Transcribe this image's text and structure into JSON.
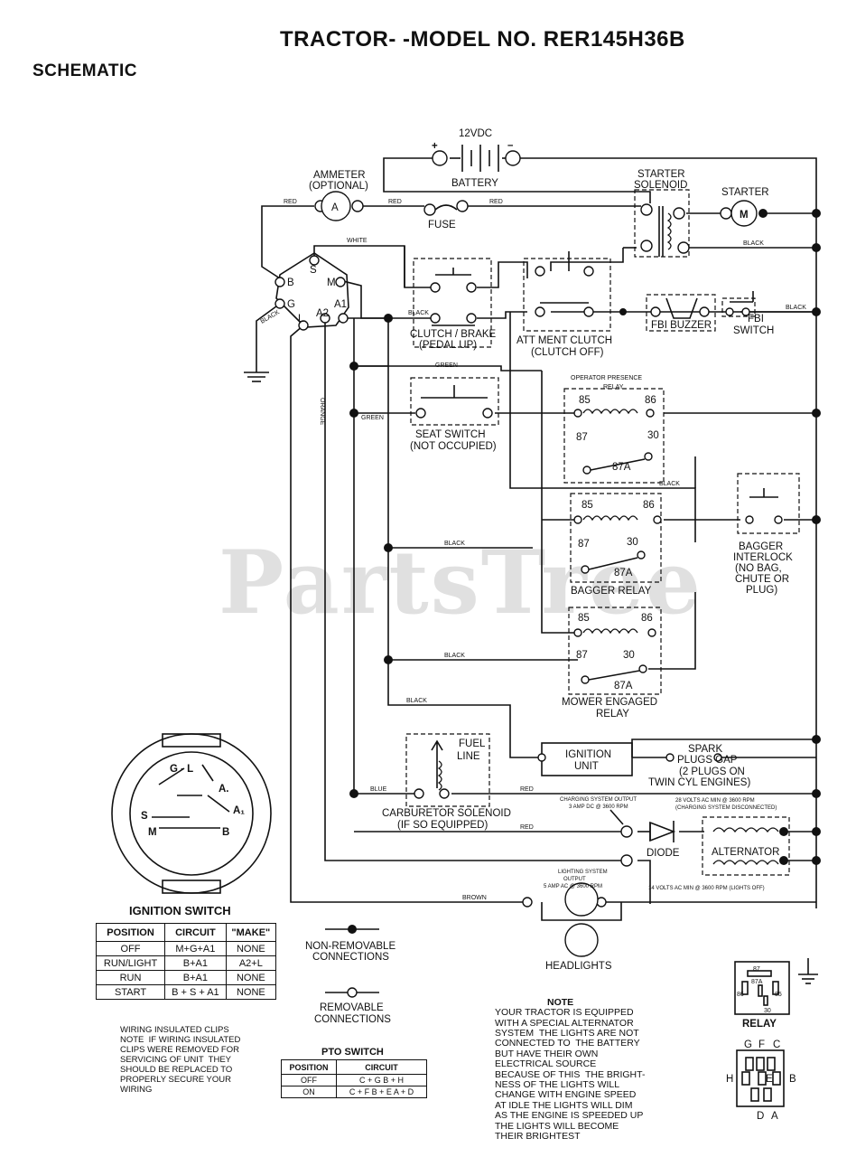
{
  "header": {
    "title": "TRACTOR- -MODEL NO. RER145H36B",
    "section": "SCHEMATIC"
  },
  "watermark": "PartsTree",
  "components": {
    "battery": "BATTERY",
    "battery_voltage": "12VDC",
    "plus": "+",
    "minus": "–",
    "ammeter_line1": "AMMETER",
    "ammeter_line2": "(OPTIONAL)",
    "ammeter_symbol": "A",
    "fuse": "FUSE",
    "starter_solenoid_line1": "STARTER",
    "starter_solenoid_line2": "SOLENOID",
    "starter": "STARTER",
    "starter_symbol": "M",
    "clutch_brake_line1": "CLUTCH / BRAKE",
    "clutch_brake_line2": "(PEDAL UP)",
    "att_clutch_line1": "ATT MENT CLUTCH",
    "att_clutch_line2": "(CLUTCH OFF)",
    "fbi_buzzer": "FBI BUZZER",
    "fbi_switch_line1": "FBI",
    "fbi_switch_line2": "SWITCH",
    "seat_switch_line1": "SEAT SWITCH",
    "seat_switch_line2": "(NOT OCCUPIED)",
    "op_relay_line1": "OPERATOR PRESENCE",
    "op_relay_line2": "RELAY",
    "bagger_relay": "BAGGER RELAY",
    "bagger_interlock": [
      "BAGGER",
      "INTERLOCK",
      "(NO BAG,",
      "CHUTE OR",
      "PLUG)"
    ],
    "mower_relay_line1": "MOWER ENGAGED",
    "mower_relay_line2": "RELAY",
    "fuel_line1": "FUEL",
    "fuel_line2": "LINE",
    "ignition_unit_line1": "IGNITION",
    "ignition_unit_line2": "UNIT",
    "spark_plugs": [
      "SPARK",
      "PLUGS GAP",
      "(2 PLUGS ON",
      "TWIN CYL ENGINES)"
    ],
    "carb_solenoid_line1": "CARBURETOR SOLENOID",
    "carb_solenoid_line2": "(IF SO EQUIPPED)",
    "diode": "DIODE",
    "alternator": "ALTERNATOR",
    "charging_output_line1": "CHARGING SYSTEM OUTPUT",
    "charging_output_line2": "3 AMP DC @ 3600 RPM",
    "alt_volts_line1": "28 VOLTS AC MIN @ 3600 RPM",
    "alt_volts_line2": "(CHARGING SYSTEM DISCONNECTED)",
    "lighting_output_line1": "LIGHTING SYSTEM",
    "lighting_output_line2": "OUTPUT",
    "lighting_output_line3": "5 AMP AC @ 3600 RPM",
    "lighting_volts": "14 VOLTS AC MIN @ 3600 RPM (LIGHTS OFF)",
    "headlights": "HEADLIGHTS",
    "relay_diagram_label": "RELAY",
    "non_removable_line1": "NON-REMOVABLE",
    "non_removable_line2": "CONNECTIONS",
    "removable_line1": "REMOVABLE",
    "removable_line2": "CONNECTIONS"
  },
  "relay_pins": {
    "p85": "85",
    "p86": "86",
    "p87": "87",
    "p30": "30",
    "p87a": "87A"
  },
  "ignition_terminals": {
    "S": "S",
    "M": "M",
    "B": "B",
    "G": "G",
    "L": "L",
    "A1": "A1",
    "A2": "A2",
    "GL": "G - L",
    "Aface": "A.",
    "A1face": "A₁"
  },
  "pto_pins": {
    "G": "G",
    "F": "F",
    "C": "C",
    "H": "H",
    "E": "E",
    "B": "B",
    "D": "D",
    "A": "A"
  },
  "wire_colors": {
    "red": "RED",
    "white": "WHITE",
    "black": "BLACK",
    "green": "GREEN",
    "orange": "ORANGE",
    "blue": "BLUE",
    "brown": "BROWN"
  },
  "ignition_switch": {
    "label": "IGNITION SWITCH",
    "headers": [
      "POSITION",
      "CIRCUIT",
      "\"MAKE\""
    ],
    "rows": [
      [
        "OFF",
        "M+G+A1",
        "NONE"
      ],
      [
        "RUN/LIGHT",
        "B+A1",
        "A2+L"
      ],
      [
        "RUN",
        "B+A1",
        "NONE"
      ],
      [
        "START",
        "B + S + A1",
        "NONE"
      ]
    ]
  },
  "pto_switch": {
    "label": "PTO SWITCH",
    "headers": [
      "POSITION",
      "CIRCUIT"
    ],
    "rows": [
      [
        "OFF",
        "C + G  B + H"
      ],
      [
        "ON",
        "C + F  B + E  A + D"
      ]
    ]
  },
  "wiring_note": "WIRING INSULATED CLIPS\nNOTE  IF WIRING INSULATED\nCLIPS WERE REMOVED FOR\nSERVICING OF UNIT  THEY\nSHOULD BE REPLACED TO\nPROPERLY SECURE YOUR\nWIRING",
  "lights_note": {
    "heading": "NOTE",
    "body": "YOUR TRACTOR IS EQUIPPED\nWITH A SPECIAL ALTERNATOR\nSYSTEM  THE LIGHTS ARE NOT\nCONNECTED TO  THE BATTERY\nBUT HAVE THEIR OWN\nELECTRICAL SOURCE\nBECAUSE OF THIS  THE BRIGHT-\nNESS OF THE LIGHTS WILL\nCHANGE WITH ENGINE SPEED\nAT IDLE THE LIGHTS WILL DIM\nAS THE ENGINE IS SPEEDED UP\nTHE LIGHTS WILL BECOME\nTHEIR BRIGHTEST"
  }
}
